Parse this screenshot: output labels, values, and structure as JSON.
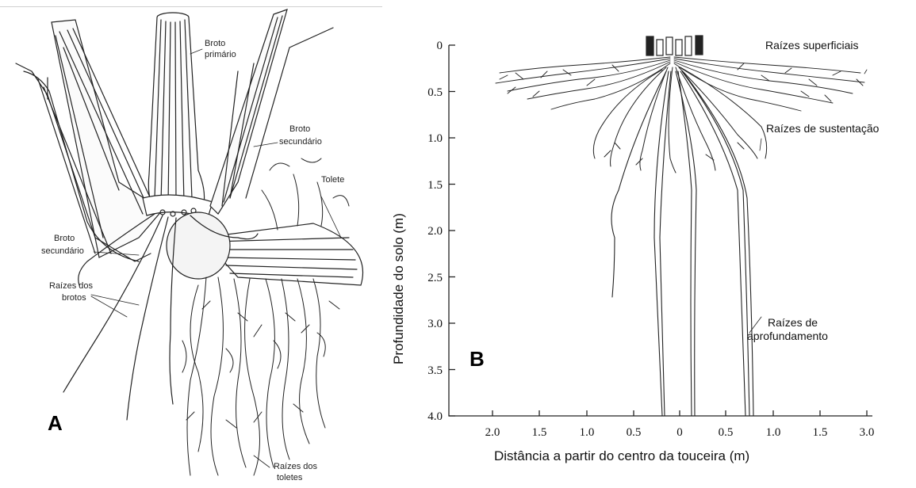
{
  "panel_a": {
    "letter": "A",
    "labels": {
      "broto_primario": [
        "Broto",
        "primário"
      ],
      "broto_secundario_top": [
        "Broto",
        "secundário"
      ],
      "tolete": "Tolete",
      "broto_secundario_left": [
        "Broto",
        "secundário"
      ],
      "raizes_dos_brotos": [
        "Raízes dos",
        "brotos"
      ],
      "raizes_dos_toletes": [
        "Raízes dos",
        "toletes"
      ]
    }
  },
  "panel_b": {
    "letter": "B",
    "ylabel": "Profundidade do solo (m)",
    "xlabel": "Distância a partir do centro da touceira (m)",
    "y_ticks": [
      "0",
      "0.5",
      "1.0",
      "1.5",
      "2.0",
      "2.5",
      "3.0",
      "3.5",
      "4.0"
    ],
    "x_ticks": [
      "2.0",
      "1.5",
      "1.0",
      "0.5",
      "0",
      "0.5",
      "1.0",
      "1.5",
      "3.0"
    ],
    "annotations": {
      "superficiais": "Raízes superficiais",
      "sustentacao": "Raízes de sustentação",
      "aprofundamento": [
        "Raízes de",
        "aprofundamento"
      ]
    }
  }
}
